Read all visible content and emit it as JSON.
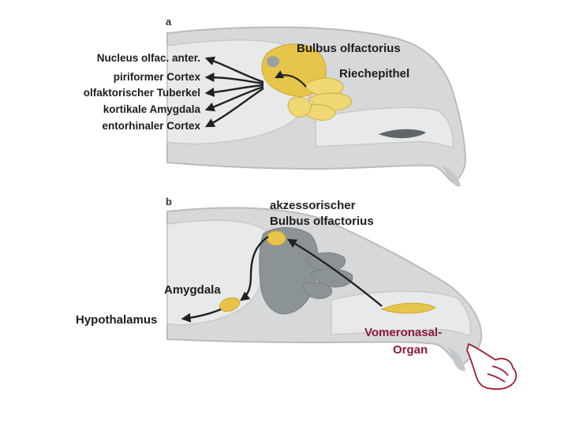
{
  "panel_a": {
    "letter": "a",
    "bulb_label": "Bulbus olfactorius",
    "epithelium_label": "Riechepithel",
    "targets": [
      "Nucleus olfac. anter.",
      "piriformer Cortex",
      "olfaktorischer Tuberkel",
      "kortikale Amygdala",
      "entorhinaler Cortex"
    ]
  },
  "panel_b": {
    "letter": "b",
    "accessory_bulb_line1": "akzessorischer",
    "accessory_bulb_line2": "Bulbus olfactorius",
    "amygdala_label": "Amygdala",
    "hypothalamus_label": "Hypothalamus",
    "vno_line1": "Vomeronasal-",
    "vno_line2": "Organ"
  },
  "colors": {
    "tissue": "#d6d8d9",
    "tissue_outline": "#b9bcbe",
    "bulb_yellow": "#e7c54a",
    "bulb_yellow_light": "#f0d874",
    "accessory_grey": "#8c9396",
    "arrow": "#222222",
    "vno_text": "#8b1a3a",
    "hand_outline": "#9b1b2d"
  },
  "icons": {
    "pointer": "pointing-hand-icon"
  }
}
